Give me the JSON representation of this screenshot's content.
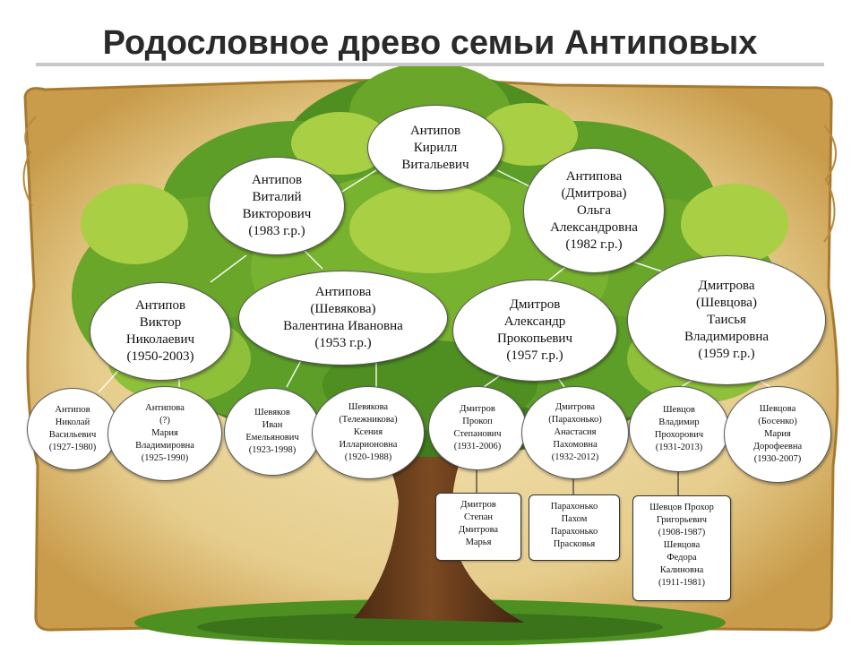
{
  "title": "Родословное древо семьи Антиповых",
  "colors": {
    "parchment": "#e9d49a",
    "parchment_edge": "#b58a3c",
    "foliage_dark": "#3f7d1c",
    "foliage": "#6aa62a",
    "foliage_light": "#a9cf45",
    "trunk": "#6b3f1e",
    "grass": "#4e8f22"
  },
  "icons": [
    "tree-illustration",
    "parchment-scroll"
  ],
  "gen1": {
    "kirill": {
      "lines": [
        "Антипов",
        "Кирилл",
        "Витальевич"
      ]
    }
  },
  "gen2": {
    "vitaly": {
      "lines": [
        "Антипов",
        "Виталий",
        "Викторович",
        "(1983 г.р.)"
      ]
    },
    "olga": {
      "lines": [
        "Антипова",
        "(Дмитрова)",
        "Ольга",
        "Александровна",
        "(1982 г.р.)"
      ]
    }
  },
  "gen3": {
    "viktor": {
      "lines": [
        "Антипов",
        "Виктор",
        "Николаевич",
        "(1950-2003)"
      ]
    },
    "valentina": {
      "lines": [
        "Антипова",
        "(Шевякова)",
        "Валентина Ивановна",
        "(1953 г.р.)"
      ]
    },
    "alexandr": {
      "lines": [
        "Дмитров",
        "Александр",
        "Прокопьевич",
        "(1957 г.р.)"
      ]
    },
    "taisya": {
      "lines": [
        "Дмитрова",
        "(Шевцова)",
        "Таисья",
        "Владимировна",
        "(1959 г.р.)"
      ]
    }
  },
  "gen4": [
    {
      "lines": [
        "Антипов",
        "Николай",
        "Васильевич",
        "(1927-1980)"
      ]
    },
    {
      "lines": [
        "Антипова",
        "(?)",
        "Мария",
        "Владимировна",
        "(1925-1990)"
      ]
    },
    {
      "lines": [
        "Шевяков",
        "Иван",
        "Емельянович",
        "(1923-1998)"
      ]
    },
    {
      "lines": [
        "Шевякова",
        "(Тележникова)",
        "Ксения",
        "Илларионовна",
        "(1920-1988)"
      ]
    },
    {
      "lines": [
        "Дмитров",
        "Прокоп",
        "Степанович",
        "(1931-2006)"
      ]
    },
    {
      "lines": [
        "Дмитрова",
        "(Парахонько)",
        "Анастасия",
        "Пахомовна",
        "(1932-2012)"
      ]
    },
    {
      "lines": [
        "Шевцов",
        "Владимир",
        "Прохорович",
        "(1931-2013)"
      ]
    },
    {
      "lines": [
        "Шевцова",
        "(Босенко)",
        "Мария",
        "Дорофеевна",
        "(1930-2007)"
      ]
    }
  ],
  "gen5": [
    {
      "lines": [
        "Дмитров",
        "Степан",
        "Дмитрова",
        "Марья"
      ]
    },
    {
      "lines": [
        "Парахонько",
        "Пахом",
        "Парахонько",
        "Прасковья"
      ]
    },
    {
      "lines": [
        "Шевцов Прохор",
        "Григорьевич",
        "(1908-1987)",
        "Шевцова",
        "Федора",
        "Калиновна",
        "(1911-1981)"
      ]
    }
  ]
}
